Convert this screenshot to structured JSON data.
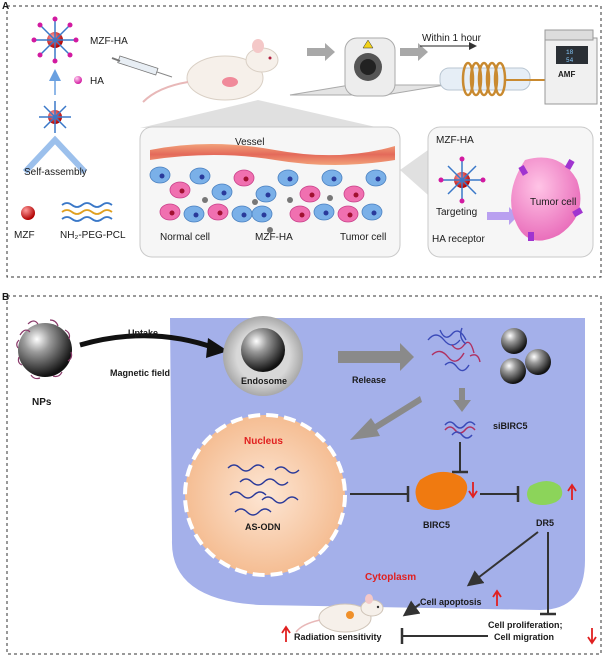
{
  "panel_a": {
    "letter": "A",
    "labels": {
      "mzf_ha": "MZF-HA",
      "ha": "HA",
      "self_assembly": "Self-assembly",
      "mzf": "MZF",
      "polymer": "NH₂-PEG-PCL",
      "within_hour": "Within 1 hour",
      "amf": "AMF",
      "vessel": "Vessel",
      "normal_cell": "Normal cell",
      "mzf_ha_inset": "MZF-HA",
      "tumor_cell": "Tumor cell",
      "mzf_ha_target": "MZF-HA",
      "targeting": "Targeting",
      "tumor_cell_target": "Tumor cell",
      "ha_receptor": "HA receptor"
    },
    "amf_display": {
      "top": "18",
      "bottom": "54"
    }
  },
  "panel_b": {
    "letter": "B",
    "labels": {
      "nps": "NPs",
      "uptake": "Uptake",
      "magnetic_field": "Magnetic field",
      "endosome": "Endosome",
      "release": "Release",
      "sibirc5": "siBIRC5",
      "nucleus": "Nucleus",
      "as_odn": "AS-ODN",
      "birc5": "BIRC5",
      "dr5": "DR5",
      "cytoplasm": "Cytoplasm",
      "cell_apoptosis": "Cell apoptosis",
      "radiation_sensitivity": "Radiation sensitivity",
      "cell_proliferation": "Cell proliferation;",
      "cell_migration": "Cell migration"
    }
  },
  "colors": {
    "cytoplasm": "#9aa8e8",
    "nucleus": "#f6c9a8",
    "birc5": "#f07a10",
    "dr5": "#8cd45a",
    "red_text": "#e02020",
    "arrow_gray": "#8a8a8a"
  }
}
